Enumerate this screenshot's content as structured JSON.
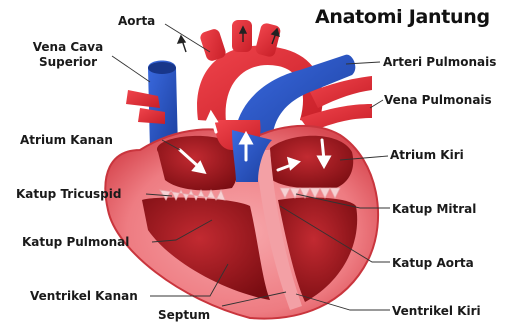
{
  "title": "Anatomi Jantung",
  "labels": {
    "aorta": "Aorta",
    "vena_cava_superior": "Vena Cava Superior",
    "vena_cava_line1": "Vena Cava",
    "vena_cava_line2": "Superior",
    "arteri_pulmonalis": "Arteri Pulmonais",
    "vena_pulmonalis": "Vena Pulmonais",
    "atrium_kanan": "Atrium Kanan",
    "atrium_kiri": "Atrium Kiri",
    "katup_tricuspid": "Katup Tricuspid",
    "katup_mitral": "Katup Mitral",
    "katup_pulmonal": "Katup Pulmonal",
    "katup_aorta": "Katup Aorta",
    "ventrikel_kanan": "Ventrikel Kanan",
    "ventrikel_kiri": "Ventrikel Kiri",
    "septum": "Septum"
  },
  "colors": {
    "oxygenated": "#e8343c",
    "deoxygenated": "#2a55c8",
    "chamber_dark": "#8e1418",
    "muscle": "#f08a8f",
    "leader": "#333333"
  }
}
